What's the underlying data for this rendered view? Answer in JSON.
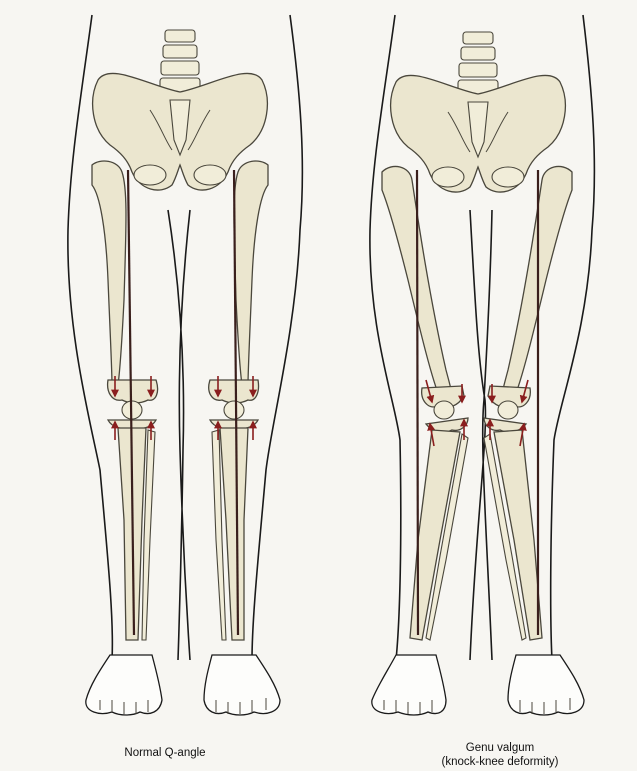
{
  "figure": {
    "captions": {
      "left": "Normal Q-angle",
      "right_line1": "Genu valgum",
      "right_line2": "(knock-knee deformity)"
    },
    "colors": {
      "bone": "#ebe6cf",
      "outline": "#1a1a1a",
      "axis_line": "#3a1f1c",
      "arrow": "#8a1e1e",
      "background": "#f7f6f2"
    },
    "panels": [
      {
        "name": "normal",
        "condition": "Normal Q-angle"
      },
      {
        "name": "genu-valgum",
        "condition": "Genu valgum (knock-knee deformity)"
      }
    ]
  }
}
